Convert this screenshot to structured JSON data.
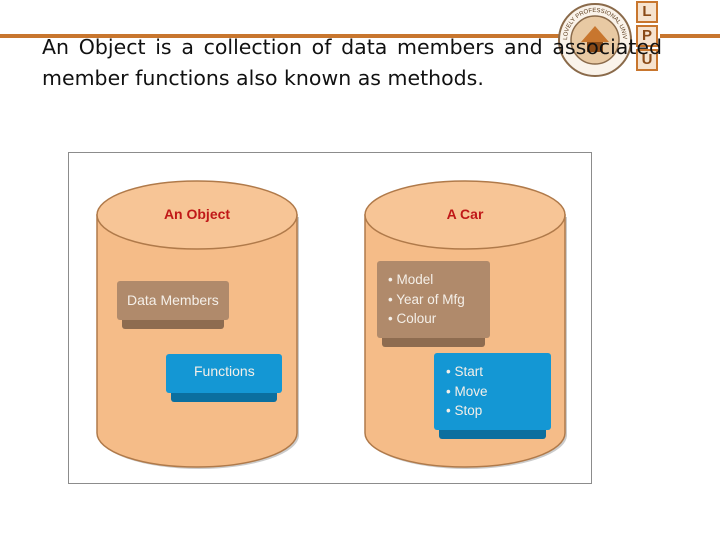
{
  "slide": {
    "text": "An Object is a collection of data members and associated member functions also known as methods."
  },
  "logo": {
    "letters": [
      "L",
      "P",
      "U"
    ],
    "seal_text": "LOVELY PROFESSIONAL UNIVERSITY PUNJAB (INDIA)"
  },
  "diagram": {
    "object": {
      "title": "An Object",
      "data_block": "Data Members",
      "func_block": "Functions"
    },
    "car": {
      "title": "A Car",
      "data_items": [
        "• Model",
        "• Year of Mfg",
        "• Colour"
      ],
      "func_items": [
        "• Start",
        "• Move",
        "• Stop"
      ]
    }
  },
  "colors": {
    "accent": "#c8762e",
    "cylinder": "#f5bc88",
    "title_red": "#c01818",
    "data_block": "#b08a6b",
    "function_block": "#1497d4"
  }
}
